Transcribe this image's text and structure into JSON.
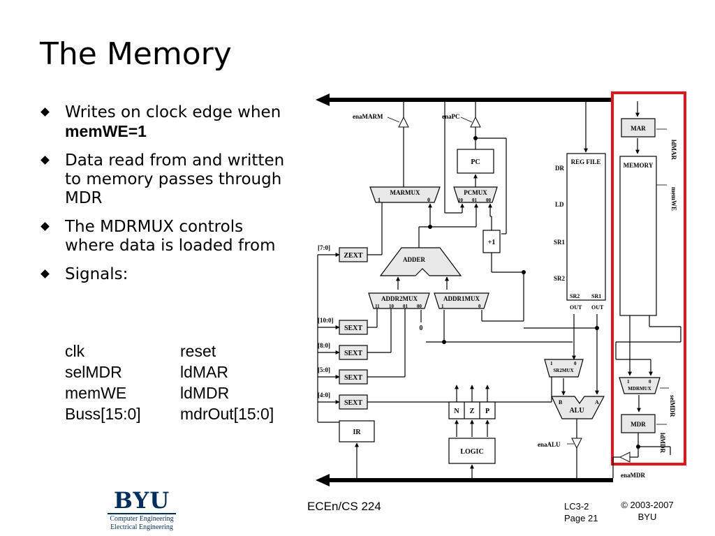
{
  "slide": {
    "title": "The Memory",
    "bullets": [
      {
        "pre": "Writes on clock edge when ",
        "bold": "memWE=1"
      },
      {
        "pre": "Data read from and written to memory passes through MDR",
        "bold": ""
      },
      {
        "pre": "The MDRMUX controls where data is loaded from",
        "bold": ""
      },
      {
        "pre": "Signals:",
        "bold": ""
      }
    ],
    "signals": [
      [
        "clk",
        "reset"
      ],
      [
        "selMDR",
        "ldMAR"
      ],
      [
        "memWE",
        "ldMDR"
      ],
      [
        "Buss[15:0]",
        "mdrOut[15:0]"
      ]
    ]
  },
  "diagram": {
    "blocks": {
      "pc": "PC",
      "marmux": "MARMUX",
      "pcmux": "PCMUX",
      "inc": "+1",
      "zext": "ZEXT",
      "adder": "ADDER",
      "addr2mux": "ADDR2MUX",
      "addr1mux": "ADDR1MUX",
      "sext": "SEXT",
      "ir": "IR",
      "logic": "LOGIC",
      "regfile": "REG FILE",
      "sr2mux": "SR2MUX",
      "alu": "ALU",
      "mar": "MAR",
      "memory": "MEMORY",
      "mdrmux": "MDRMUX",
      "mdr": "MDR"
    },
    "flags": [
      "N",
      "Z",
      "P"
    ],
    "bit_fields": [
      "[7:0]",
      "[10:0]",
      "[8:0]",
      "[5:0]",
      "[4:0]"
    ],
    "regfile_ports": [
      "DR",
      "LD",
      "SR1",
      "SR2"
    ],
    "regfile_outputs": [
      "SR2",
      "OUT",
      "SR1",
      "OUT"
    ],
    "mux_inputs": {
      "marmux": [
        "1",
        "0"
      ],
      "pcmux": [
        "10",
        "01",
        "00"
      ],
      "addr2mux": [
        "11",
        "10",
        "01",
        "00"
      ],
      "addr1mux": [
        "1",
        "0"
      ],
      "sr2mux": [
        "1",
        "0"
      ],
      "mdrmux": [
        "1",
        "0"
      ],
      "addr2mux_zero": "0"
    },
    "alu_inputs": [
      "B",
      "A"
    ],
    "signals": {
      "ena_marm": "enaMARM",
      "ena_pc": "enaPC",
      "ena_alu": "enaALU",
      "ena_mdr": "enaMDR",
      "ld_mar": "ldMAR",
      "mem_we": "memWE",
      "sel_mdr": "selMDR",
      "ld_mdr": "ldMDR"
    },
    "colors": {
      "highlight": "#e0161b",
      "wire": "#000000",
      "fill": "#e8e8e8"
    }
  },
  "footer": {
    "logo_text": "BYU",
    "logo_line1": "Computer Engineering",
    "logo_line2": "Electrical Engineering",
    "course": "ECEn/CS 224",
    "lecture": "LC3-2",
    "page": "Page 21",
    "copyright_line1": "© 2003-2007",
    "copyright_line2": "BYU"
  }
}
